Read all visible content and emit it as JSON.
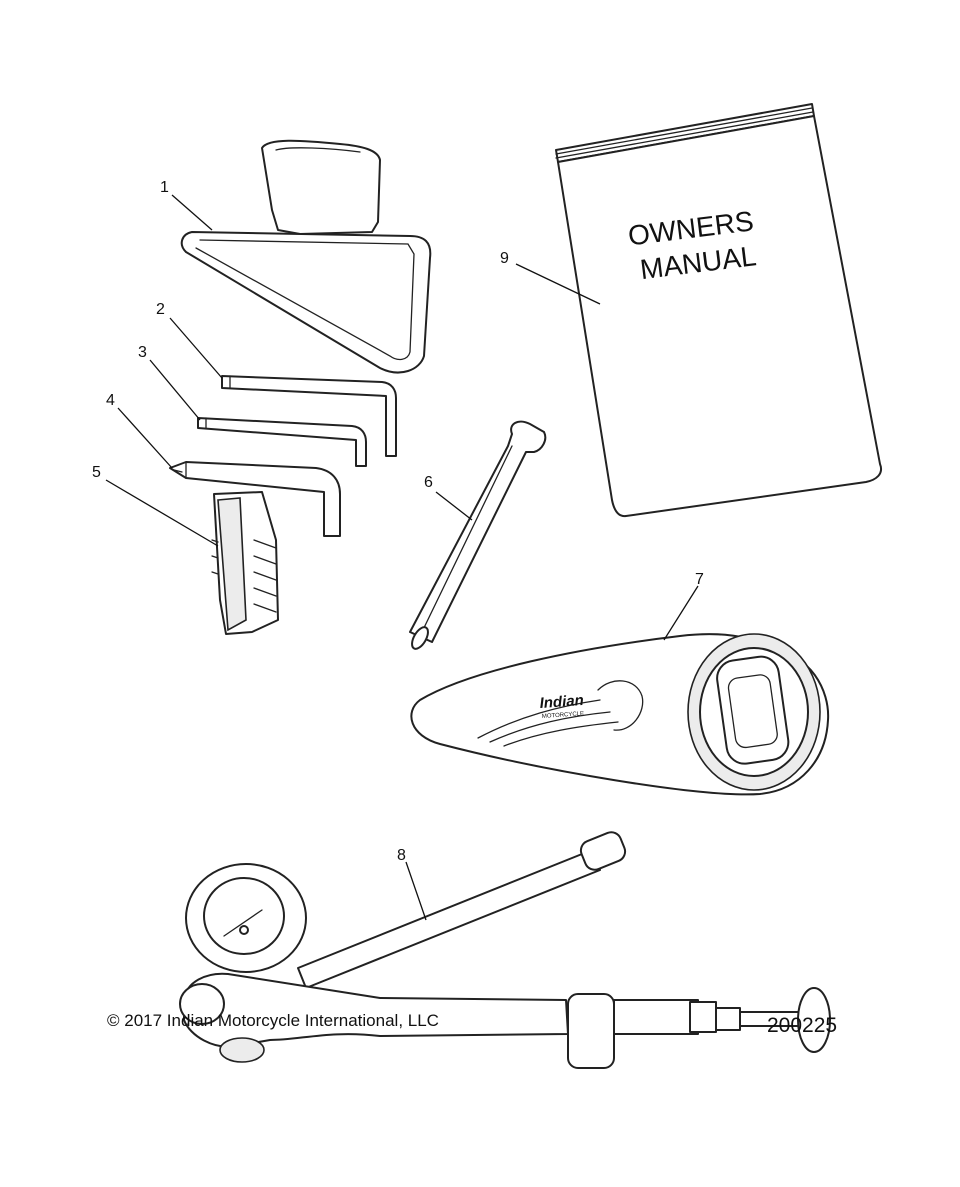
{
  "manual": {
    "line1": "OWNERS",
    "line2": "MANUAL"
  },
  "logo": {
    "brand": "Indian",
    "sub": "MOTORCYCLE"
  },
  "callouts": [
    "1",
    "2",
    "3",
    "4",
    "5",
    "6",
    "7",
    "8",
    "9"
  ],
  "footer": {
    "copyright_symbol": "©",
    "copyright_text": "2017 Indian Motorcycle International, LLC",
    "diagram_id": "200225"
  }
}
